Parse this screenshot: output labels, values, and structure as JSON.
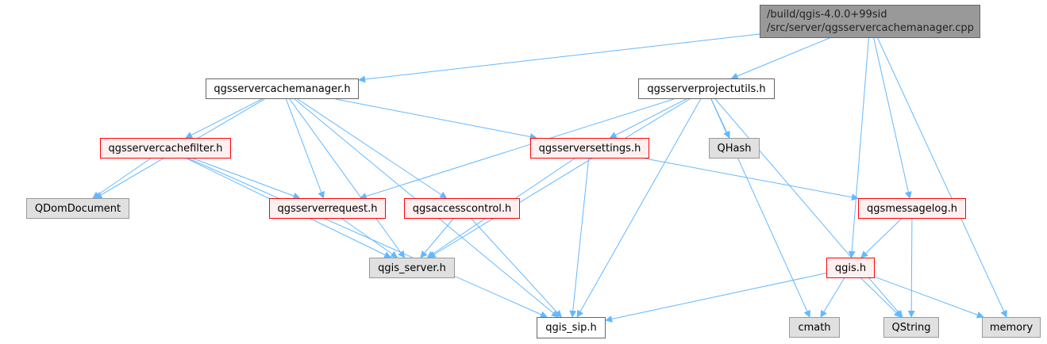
{
  "diagram": {
    "edge_color": "#63b8ff",
    "nodes": {
      "main": {
        "line1": "/build/qgis-4.0.0+99sid",
        "line2": "/src/server/qgsservercachemanager.cpp",
        "style": "main"
      },
      "cachemanager_h": {
        "label": "qgsservercachemanager.h",
        "style": "plain"
      },
      "projectutils_h": {
        "label": "qgsserverprojectutils.h",
        "style": "plain"
      },
      "cachefilter_h": {
        "label": "qgsservercachefilter.h",
        "style": "red"
      },
      "serversettings_h": {
        "label": "qgsserversettings.h",
        "style": "red"
      },
      "qhash": {
        "label": "QHash",
        "style": "gray"
      },
      "qdomdocument": {
        "label": "QDomDocument",
        "style": "gray"
      },
      "serverrequest_h": {
        "label": "qgsserverrequest.h",
        "style": "red"
      },
      "accesscontrol_h": {
        "label": "qgsaccesscontrol.h",
        "style": "red"
      },
      "messagelog_h": {
        "label": "qgsmessagelog.h",
        "style": "red"
      },
      "qgis_server_h": {
        "label": "qgis_server.h",
        "style": "gray"
      },
      "qgis_h": {
        "label": "qgis.h",
        "style": "red"
      },
      "qgis_sip_h": {
        "label": "qgis_sip.h",
        "style": "plain"
      },
      "cmath": {
        "label": "cmath",
        "style": "gray"
      },
      "qstring": {
        "label": "QString",
        "style": "gray"
      },
      "memory": {
        "label": "memory",
        "style": "gray"
      }
    },
    "edges": [
      [
        "main",
        "cachemanager_h"
      ],
      [
        "main",
        "projectutils_h"
      ],
      [
        "main",
        "qgis_h"
      ],
      [
        "main",
        "messagelog_h"
      ],
      [
        "main",
        "memory"
      ],
      [
        "cachemanager_h",
        "cachefilter_h"
      ],
      [
        "cachemanager_h",
        "qdomdocument"
      ],
      [
        "cachemanager_h",
        "serverrequest_h"
      ],
      [
        "cachemanager_h",
        "accesscontrol_h"
      ],
      [
        "cachemanager_h",
        "serversettings_h"
      ],
      [
        "cachemanager_h",
        "qgis_server_h"
      ],
      [
        "cachemanager_h",
        "qgis_sip_h"
      ],
      [
        "projectutils_h",
        "serversettings_h"
      ],
      [
        "projectutils_h",
        "qhash"
      ],
      [
        "projectutils_h",
        "serverrequest_h"
      ],
      [
        "projectutils_h",
        "qgis_server_h"
      ],
      [
        "projectutils_h",
        "qgis_sip_h"
      ],
      [
        "projectutils_h",
        "cmath"
      ],
      [
        "projectutils_h",
        "qstring"
      ],
      [
        "cachefilter_h",
        "qdomdocument"
      ],
      [
        "cachefilter_h",
        "serverrequest_h"
      ],
      [
        "cachefilter_h",
        "qgis_server_h"
      ],
      [
        "cachefilter_h",
        "qgis_sip_h"
      ],
      [
        "serversettings_h",
        "messagelog_h"
      ],
      [
        "serversettings_h",
        "qgis_server_h"
      ],
      [
        "serversettings_h",
        "qgis_sip_h"
      ],
      [
        "serverrequest_h",
        "qgis_server_h"
      ],
      [
        "accesscontrol_h",
        "qgis_server_h"
      ],
      [
        "accesscontrol_h",
        "qgis_sip_h"
      ],
      [
        "messagelog_h",
        "qgis_h"
      ],
      [
        "messagelog_h",
        "qstring"
      ],
      [
        "qgis_h",
        "qgis_sip_h"
      ],
      [
        "qgis_h",
        "cmath"
      ],
      [
        "qgis_h",
        "qstring"
      ],
      [
        "qgis_h",
        "memory"
      ]
    ]
  }
}
